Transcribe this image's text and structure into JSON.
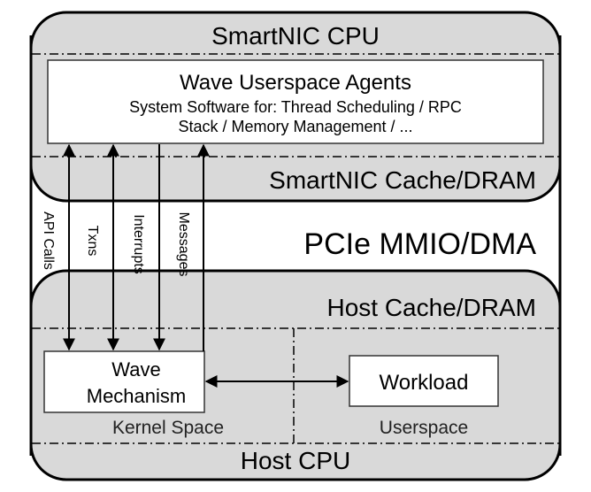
{
  "smartnic": {
    "cpu_label": "SmartNIC CPU",
    "memory_label": "SmartNIC Cache/DRAM",
    "agents_box": {
      "title": "Wave Userspace Agents",
      "line1": "System Software for: Thread Scheduling / RPC",
      "line2": "Stack / Memory Management / ..."
    }
  },
  "interconnect": {
    "label": "PCIe MMIO/DMA",
    "channels": [
      {
        "label": "API Calls",
        "direction": "bidirectional"
      },
      {
        "label": "Txns",
        "direction": "bidirectional"
      },
      {
        "label": "Interrupts",
        "direction": "to-host"
      },
      {
        "label": "Messages",
        "direction": "to-smartnic"
      }
    ]
  },
  "host": {
    "memory_label": "Host Cache/DRAM",
    "cpu_label": "Host CPU",
    "kernel_space_label": "Kernel Space",
    "userspace_label": "Userspace",
    "wave_mechanism": {
      "line1": "Wave",
      "line2": "Mechanism"
    },
    "workload": "Workload",
    "link": "bidirectional"
  },
  "colors": {
    "region_fill": "#d9d9d9",
    "box_fill": "#ffffff",
    "stroke": "#000000"
  }
}
